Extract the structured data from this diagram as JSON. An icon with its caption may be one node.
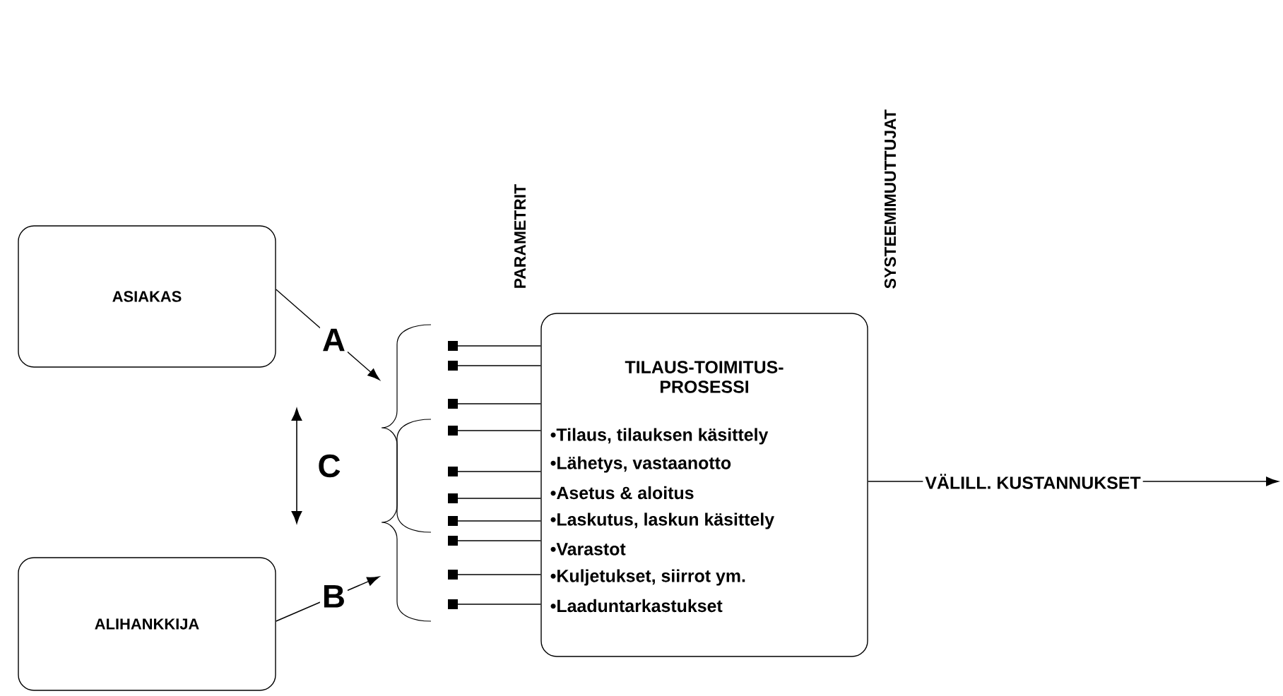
{
  "diagram": {
    "nodes": [
      {
        "text": [
          "ASIAKAS"
        ]
      },
      {
        "text": [
          "ALIHANKKIJA"
        ]
      },
      {
        "text": [
          "TILAUS-TOIMITUS-PROSESSI",
          "•Tilaus, tilauksen käsittely",
          "•Lähetys, vastaanotto",
          "•Asetus & aloitus",
          "•Laskutus, laskun käsittely",
          "•Varastot",
          "•Kuljetukset, siirrot ym.",
          "•Laaduntarkastukset"
        ]
      },
      {
        "text": [],
        "shape": "brace"
      },
      {
        "text": [],
        "shape": "brace"
      }
    ],
    "edges": [
      {
        "from": 0,
        "to": 3,
        "arrow": "to",
        "label": "A"
      },
      {
        "from": 1,
        "to": 4,
        "arrow": "to",
        "label": "B"
      },
      {
        "from": null,
        "to": 2,
        "arrow": "other"
      },
      {
        "from": null,
        "to": 2,
        "arrow": "other"
      },
      {
        "from": null,
        "to": 2,
        "arrow": "other"
      },
      {
        "from": null,
        "to": 2,
        "arrow": "other"
      },
      {
        "from": null,
        "to": 2,
        "arrow": "other"
      },
      {
        "from": null,
        "to": 2,
        "arrow": "other"
      },
      {
        "from": null,
        "to": 2,
        "arrow": "other"
      },
      {
        "from": null,
        "to": 2,
        "arrow": "other"
      },
      {
        "from": null,
        "to": 2,
        "arrow": "other"
      },
      {
        "from": null,
        "to": 2,
        "arrow": "other"
      },
      {
        "from": 2,
        "to": null,
        "arrow": "to",
        "label": "VÄLILL. KUSTANNUKSET"
      }
    ],
    "labels": [
      "PARAMETRIT",
      "SYSTEEMIMUUTTUJAT",
      "C"
    ]
  }
}
